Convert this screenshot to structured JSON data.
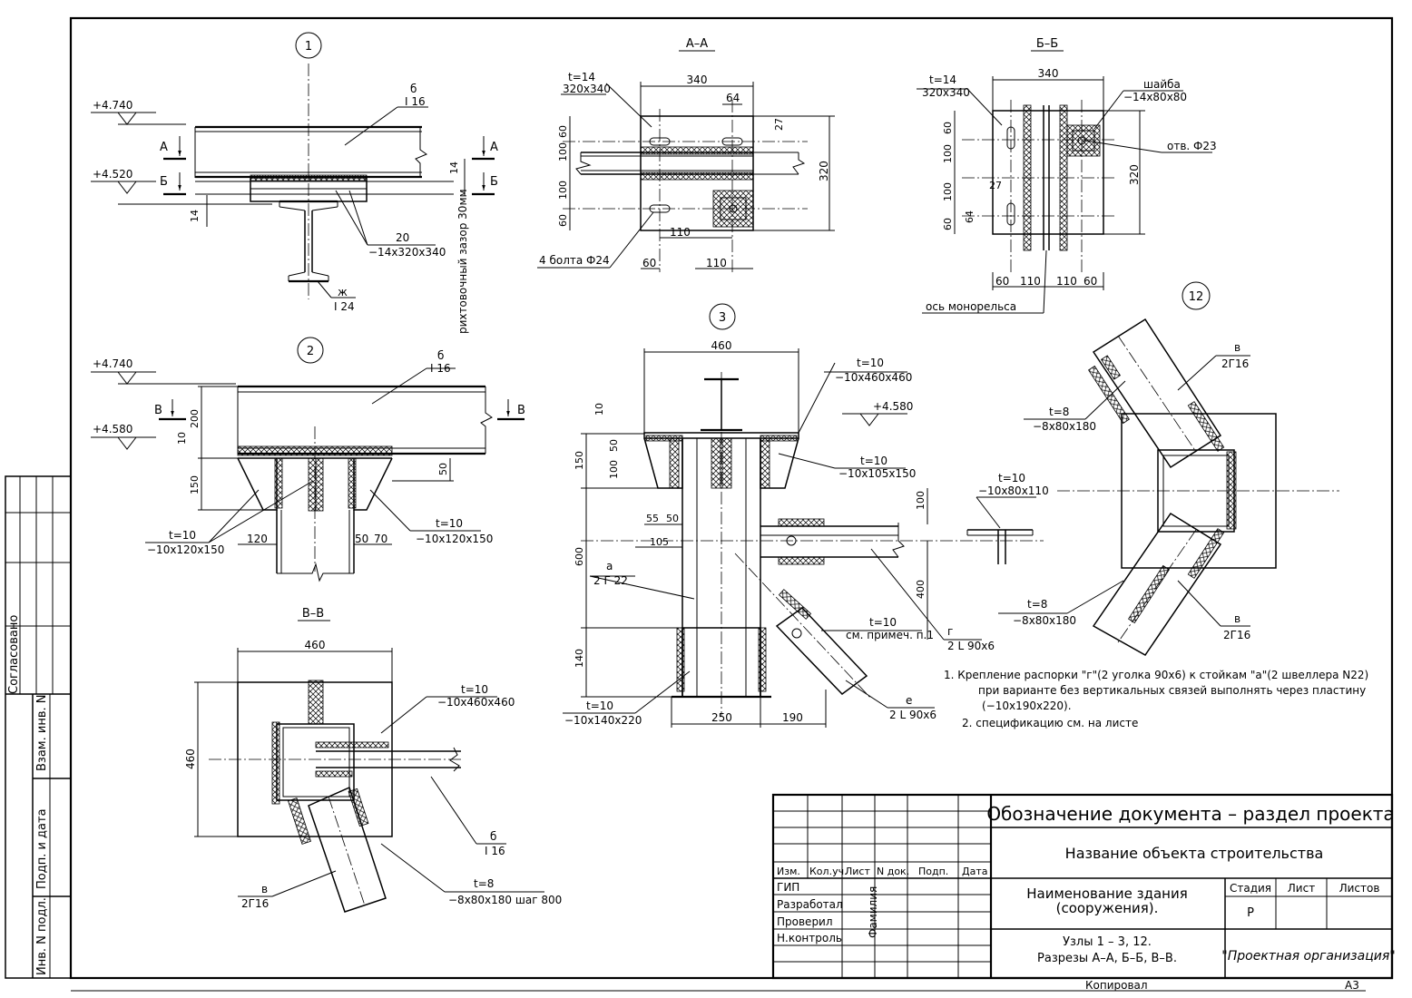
{
  "node1": {
    "circle": "1",
    "elev_top": "+4.740",
    "elev_bottom": "+4.520",
    "cut_a": "А",
    "cut_b": "Б",
    "beam_mark": "б",
    "beam_profile": "I 16",
    "col_mark": "ж",
    "col_profile": "I 24",
    "dim_14_left": "14",
    "dim_14_right": "14",
    "weld_20": "20",
    "plate": "−14x320x340",
    "gap_note": "рихтовочный зазор 30мм"
  },
  "section_aa": {
    "title": "А–А",
    "plate_t": "t=14",
    "plate_size": "320x340",
    "dim_340": "340",
    "dim_64": "64",
    "dim_27": "27",
    "dim_320": "320",
    "dims_left": [
      "60",
      "100",
      "100",
      "60"
    ],
    "dim_110_a": "110",
    "dim_60": "60",
    "dim_110_b": "110",
    "bolts": "4 болта Ф24"
  },
  "section_bb": {
    "title": "Б–Б",
    "plate_t": "t=14",
    "plate_size": "320x340",
    "dim_340": "340",
    "washer": "шайба",
    "washer_size": "−14x80x80",
    "hole": "отв. Ф23",
    "dim_320": "320",
    "dims_left": [
      "60",
      "100",
      "100",
      "60"
    ],
    "dim_27": "27",
    "dim_64": "64",
    "dims_bottom": [
      "60",
      "110",
      "110",
      "60"
    ],
    "rail_axis": "ось монорельса"
  },
  "node2": {
    "circle": "2",
    "elev_top": "+4.740",
    "elev_bottom": "+4.580",
    "cut": "В",
    "beam_mark": "б",
    "beam_profile": "I 16",
    "dim_200": "200",
    "dim_10": "10",
    "dim_150": "150",
    "dim_50": "50",
    "dim_120": "120",
    "dim_50b": "50",
    "dim_70": "70",
    "rib_left_t": "t=10",
    "rib_left": "−10x120x150",
    "rib_right_t": "t=10",
    "rib_right": "−10x120x150"
  },
  "section_vv": {
    "title": "В–В",
    "dim_460": "460",
    "dim_460_v": "460",
    "plate_t": "t=10",
    "plate": "−10x460x460",
    "beam_mark": "б",
    "beam_profile": "I 16",
    "brace_mark": "в",
    "brace_profile": "2Г16",
    "strip_t": "t=8",
    "strip": "−8x80x180 шаг 800"
  },
  "node3": {
    "circle": "3",
    "dim_460": "460",
    "top_t": "t=10",
    "top_plate": "−10x460x460",
    "elev": "+4.580",
    "rib_t": "t=10",
    "rib": "−10x105x150",
    "dims_left": [
      "10",
      "150",
      "50",
      "100",
      "600",
      "140"
    ],
    "dim_55": "55",
    "dim_50": "50",
    "dim_105": "105",
    "col_mark": "а",
    "col_profile": "2 Г 22",
    "gusset_t": "t=10",
    "gusset": "−10x80x110",
    "dim_100": "100",
    "dim_400": "400",
    "strut_mark": "г",
    "strut_profile": "2 L 90x6",
    "plate_t": "t=10",
    "plate_note": "см. примеч. п.1",
    "brace_mark": "е",
    "brace_profile": "2 L 90x6",
    "bottom_t": "t=10",
    "bottom_plate": "−10x140x220",
    "dim_250": "250",
    "dim_190": "190"
  },
  "node12": {
    "circle": "12",
    "brace_top_mark": "в",
    "brace_top_profile": "2Г16",
    "strip_top_t": "t=8",
    "strip_top": "−8x80x180",
    "strip_bottom_t": "t=8",
    "strip_bottom": "−8x80x180",
    "brace_bottom_mark": "в",
    "brace_bottom_profile": "2Г16"
  },
  "notes": [
    "1.  Крепление распорки \"г\"(2 уголка 90х6)  к стойкам \"а\"(2 швеллера N22)",
    "при варианте без вертикальных связей выполнять через пластину",
    "(−10х190х220).",
    "2.  спецификацию см. на листе"
  ],
  "title_block": {
    "doc_code": "Обозначение документа – раздел проекта",
    "object_name": "Название объекта строительства",
    "building_name_1": "Наименование здания",
    "building_name_2": "(сооружения).",
    "sheet_title_1": "Узлы 1 – 3, 12.",
    "sheet_title_2": "Разрезы А–А, Б–Б, В–В.",
    "organization": "\"Проектная организация\"",
    "col_headers": [
      "Изм.",
      "Кол.уч.",
      "Лист",
      "N док.",
      "Подп.",
      "Дата"
    ],
    "roles": [
      "ГИП",
      "Разработал",
      "Проверил",
      "Н.контроль"
    ],
    "surname": "Фамилия",
    "stage_label": "Стадия",
    "sheet_label": "Лист",
    "sheets_label": "Листов",
    "stage_value": "Р",
    "copied": "Копировал",
    "format": "А3"
  },
  "side_stamp": {
    "agreed": "Согласовано",
    "vzam": "Взам. инв. N",
    "podp": "Подп. и дата",
    "inv": "Инв. N подл."
  }
}
